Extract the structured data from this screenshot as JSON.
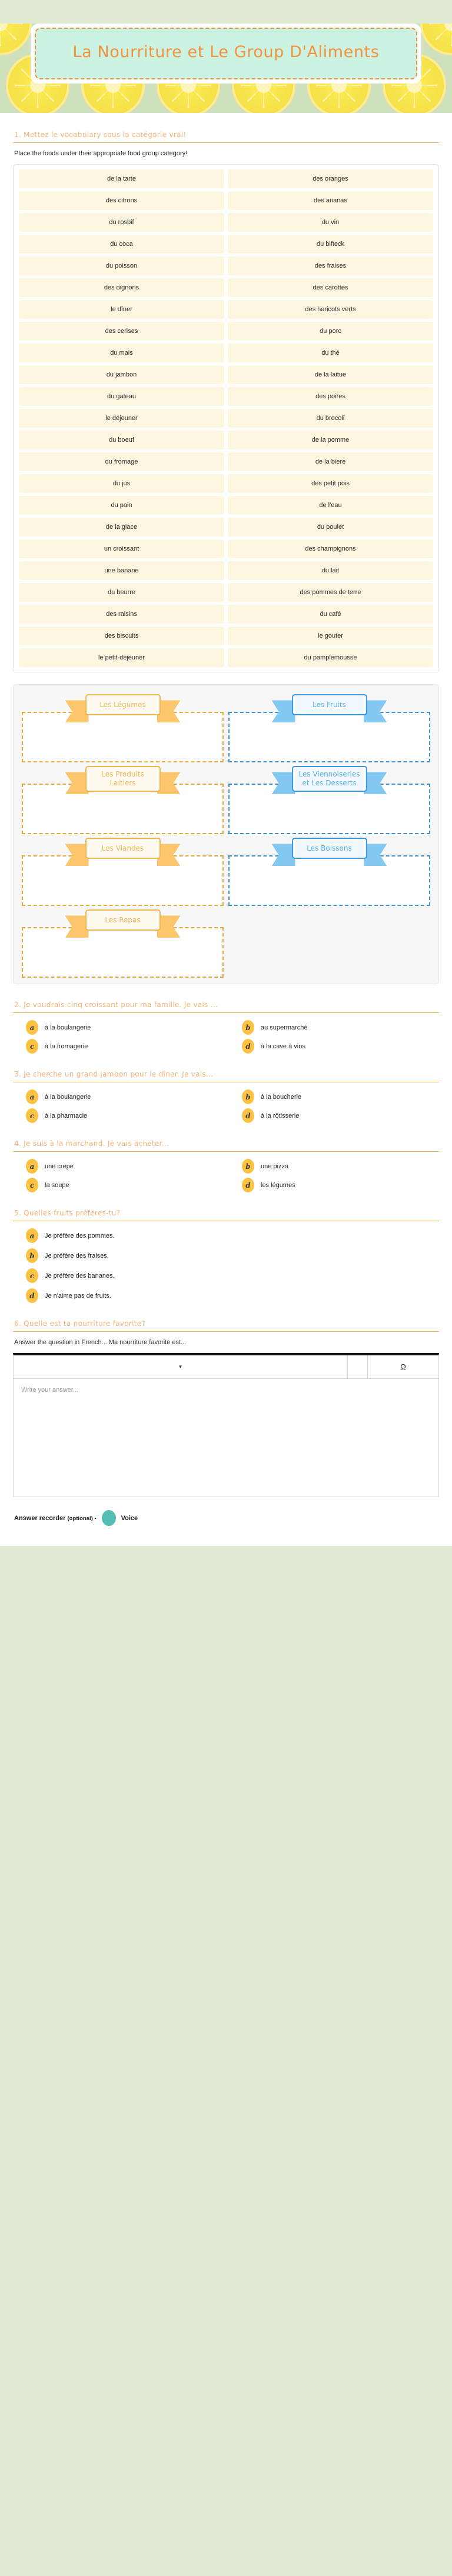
{
  "title": "La Nourriture et Le Group D'Aliments",
  "q1": {
    "heading": "1. Mettez le vocabulary sous la catégorie vrai!",
    "subtitle": "Place the foods under their appropriate food group category!",
    "vocabulary": [
      "de la tarte",
      "des oranges",
      "des citrons",
      "des ananas",
      "du rosbif",
      "du vin",
      "du coca",
      "du bifteck",
      "du poisson",
      "des fraises",
      "des oignons",
      "des carottes",
      "le dîner",
      "des haricots verts",
      "des cerises",
      "du porc",
      "du mais",
      "du thé",
      "du jambon",
      "de la laitue",
      "du gateau",
      "des poires",
      "le déjeuner",
      "du brocoli",
      "du boeuf",
      "de la pomme",
      "du fromage",
      "de la biere",
      "du jus",
      "des petit pois",
      "du pain",
      "de l'eau",
      "de la glace",
      "du poulet",
      "un croissant",
      "des champignons",
      "une banane",
      "du lait",
      "du beurre",
      "des pommes de terre",
      "des raisins",
      "du café",
      "des biscuits",
      "le gouter",
      "le petit-déjeuner",
      "du pamplemousse"
    ],
    "categories": [
      {
        "label": "Les Légumes",
        "color": "orange"
      },
      {
        "label": "Les Fruits",
        "color": "blue"
      },
      {
        "label": "Les Produits Laitiers",
        "color": "orange"
      },
      {
        "label": "Les Viennoiseries et Les Desserts",
        "color": "blue"
      },
      {
        "label": "Les Viandes",
        "color": "orange"
      },
      {
        "label": "Les Boissons",
        "color": "blue"
      },
      {
        "label": "Les Repas",
        "color": "orange"
      },
      {
        "label": "",
        "color": "none"
      }
    ]
  },
  "q2": {
    "heading": "2. Je voudrais cinq croissant pour ma famille. Je vais ...",
    "options": [
      {
        "key": "a",
        "text": "à la boulangerie"
      },
      {
        "key": "b",
        "text": "au supermarché"
      },
      {
        "key": "c",
        "text": "à la fromagerie"
      },
      {
        "key": "d",
        "text": "à la cave à vins"
      }
    ]
  },
  "q3": {
    "heading": "3. Je cherche un grand jambon pour le dîner. Je vais...",
    "options": [
      {
        "key": "a",
        "text": "à la boulangerie"
      },
      {
        "key": "b",
        "text": "à la boucherie"
      },
      {
        "key": "c",
        "text": "à la pharmacie"
      },
      {
        "key": "d",
        "text": "à la rôtisserie"
      }
    ]
  },
  "q4": {
    "heading": "4. Je suis à la marchand. Je vais acheter...",
    "options": [
      {
        "key": "a",
        "text": "une crepe"
      },
      {
        "key": "b",
        "text": "une pizza"
      },
      {
        "key": "c",
        "text": "la soupe"
      },
      {
        "key": "d",
        "text": "les légumes"
      }
    ]
  },
  "q5": {
    "heading": "5. Quelles fruits préfères-tu?",
    "options": [
      {
        "key": "a",
        "text": "Je préfère des pommes."
      },
      {
        "key": "b",
        "text": "Je préfère des fraises."
      },
      {
        "key": "c",
        "text": "Je préfère des bananes."
      },
      {
        "key": "d",
        "text": "Je n'aime pas de fruits."
      }
    ]
  },
  "q6": {
    "heading": "6. Quelle est ta nourriture favorite?",
    "subtitle": "Answer the question in French... Ma nourriture favorite est...",
    "toolbar": {
      "caret": "▾",
      "omega": "Ω"
    },
    "placeholder": "Write your answer...",
    "recorder_label": "Answer recorder",
    "recorder_optional": "(optional) -",
    "recorder_voice": "Voice"
  },
  "colors": {
    "accent_orange": "#f2923f",
    "ribbon_orange": "#f0b74a",
    "ribbon_blue": "#3d99dd",
    "bullet": "#fcc242",
    "record": "#54bdb4",
    "card_bg": "#fdf6e0",
    "title_bg": "#ccf3e2"
  }
}
